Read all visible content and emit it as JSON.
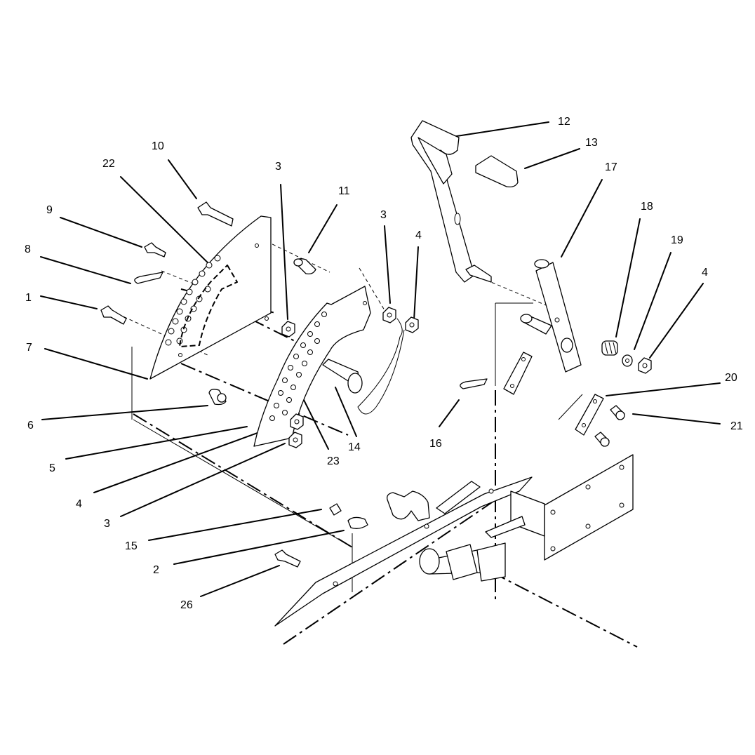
{
  "diagram": {
    "callouts": [
      {
        "id": "c10",
        "text": "10"
      },
      {
        "id": "c22",
        "text": "22"
      },
      {
        "id": "c3a",
        "text": "3"
      },
      {
        "id": "c11",
        "text": "11"
      },
      {
        "id": "c9",
        "text": "9"
      },
      {
        "id": "c8",
        "text": "8"
      },
      {
        "id": "c1",
        "text": "1"
      },
      {
        "id": "c7",
        "text": "7"
      },
      {
        "id": "c6",
        "text": "6"
      },
      {
        "id": "c5",
        "text": "5"
      },
      {
        "id": "c4a",
        "text": "4"
      },
      {
        "id": "c3b",
        "text": "3"
      },
      {
        "id": "c15",
        "text": "15"
      },
      {
        "id": "c2",
        "text": "2"
      },
      {
        "id": "c26",
        "text": "26"
      },
      {
        "id": "c23",
        "text": "23"
      },
      {
        "id": "c14",
        "text": "14"
      },
      {
        "id": "c3c",
        "text": "3"
      },
      {
        "id": "c4b",
        "text": "4"
      },
      {
        "id": "c12",
        "text": "12"
      },
      {
        "id": "c13",
        "text": "13"
      },
      {
        "id": "c17",
        "text": "17"
      },
      {
        "id": "c18",
        "text": "18"
      },
      {
        "id": "c19",
        "text": "19"
      },
      {
        "id": "c4c",
        "text": "4"
      },
      {
        "id": "c20",
        "text": "20"
      },
      {
        "id": "c21",
        "text": "21"
      },
      {
        "id": "c16",
        "text": "16"
      }
    ]
  }
}
